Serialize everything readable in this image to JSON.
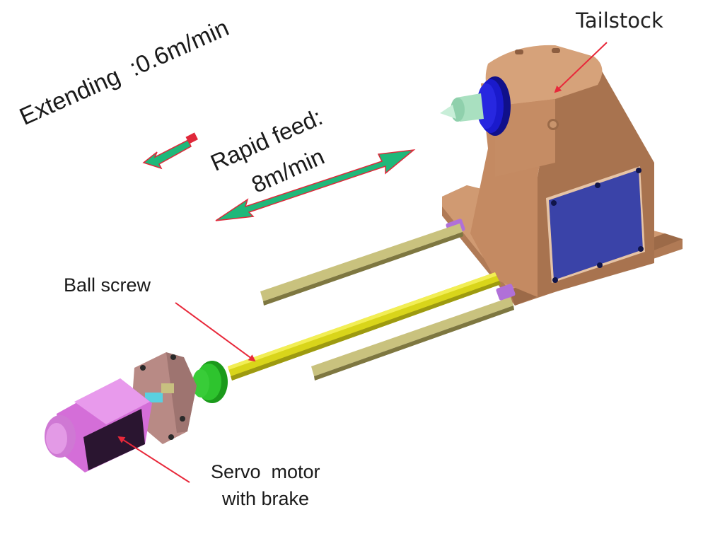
{
  "labels": {
    "tailstock": "Tailstock",
    "extending": "Extending  :0.6m/min",
    "rapid_feed_line1": "Rapid feed:",
    "rapid_feed_line2": "8m/min",
    "ball_screw": "Ball screw",
    "servo_line1": "Servo  motor",
    "servo_line2": "with brake"
  },
  "colors": {
    "tailstock_body": "#c98f68",
    "tailstock_shadow": "#a8734f",
    "cover_plate": "#3a43a8",
    "quill_ring": "#1a1acc",
    "center_point": "#a9e0c0",
    "rail": "#b8b070",
    "ball_screw": "#d9d51a",
    "coupling": "#2ec42e",
    "motor": "#d46ed8",
    "motor_mount": "#b88a85",
    "arrow_fill": "#1fb87a",
    "arrow_outline": "#e0283a",
    "leader": "#e8283a"
  }
}
